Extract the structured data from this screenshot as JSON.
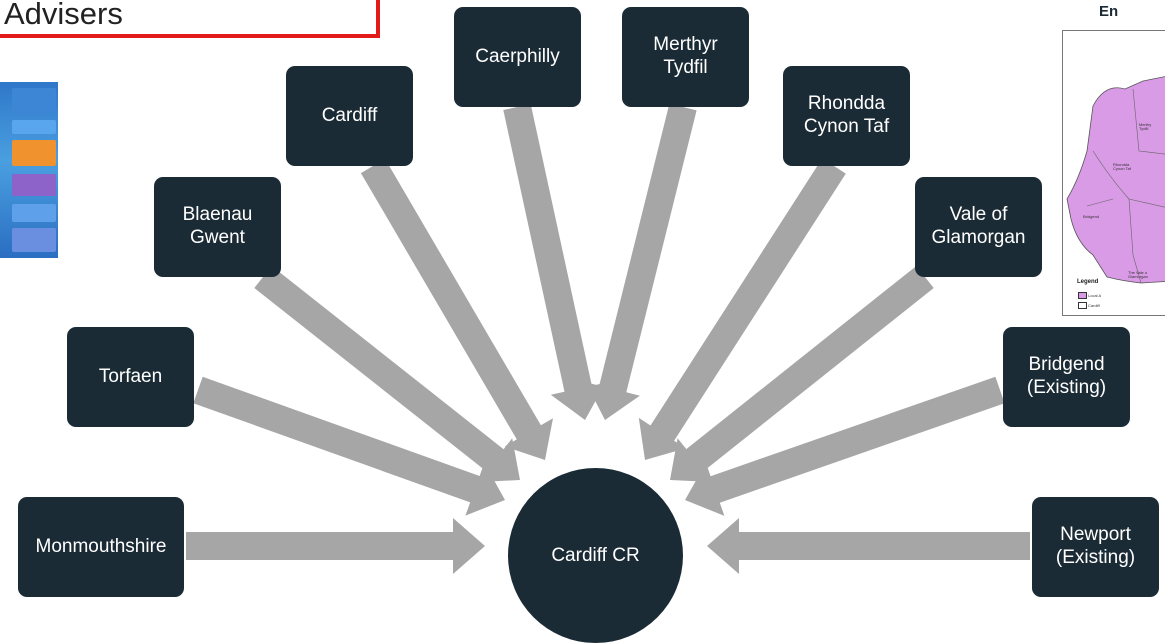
{
  "title": "Advisers",
  "hub": {
    "label": "Cardiff CR"
  },
  "nodes": [
    {
      "id": "monmouthshire",
      "label": "Monmouthshire"
    },
    {
      "id": "torfaen",
      "label": "Torfaen"
    },
    {
      "id": "blaenau-gwent",
      "label": "Blaenau\nGwent"
    },
    {
      "id": "cardiff",
      "label": "Cardiff"
    },
    {
      "id": "caerphilly",
      "label": "Caerphilly"
    },
    {
      "id": "merthyr-tydfil",
      "label": "Merthyr\nTydfil"
    },
    {
      "id": "rhondda-cynon-taf",
      "label": "Rhondda\nCynon Taf"
    },
    {
      "id": "vale-of-glamorgan",
      "label": "Vale of\nGlamorgan"
    },
    {
      "id": "bridgend",
      "label": "Bridgend\n(Existing)"
    },
    {
      "id": "newport",
      "label": "Newport\n(Existing)"
    }
  ],
  "map": {
    "title": "En",
    "labels": {
      "merthyr": "Merthy\nTydfil",
      "rhondda": "Rhondda\nCynon Taf",
      "bridgend": "Bridgend",
      "vale": "The Vale o\nGlamorgan"
    },
    "legend_title": "Legend",
    "legend_items": [
      "Local A",
      "Cardiff"
    ]
  },
  "colors": {
    "node_fill": "#1b2b35",
    "arrow": "#a6a6a6",
    "title_border": "#e31a1a",
    "map_region": "#d99ae6"
  }
}
